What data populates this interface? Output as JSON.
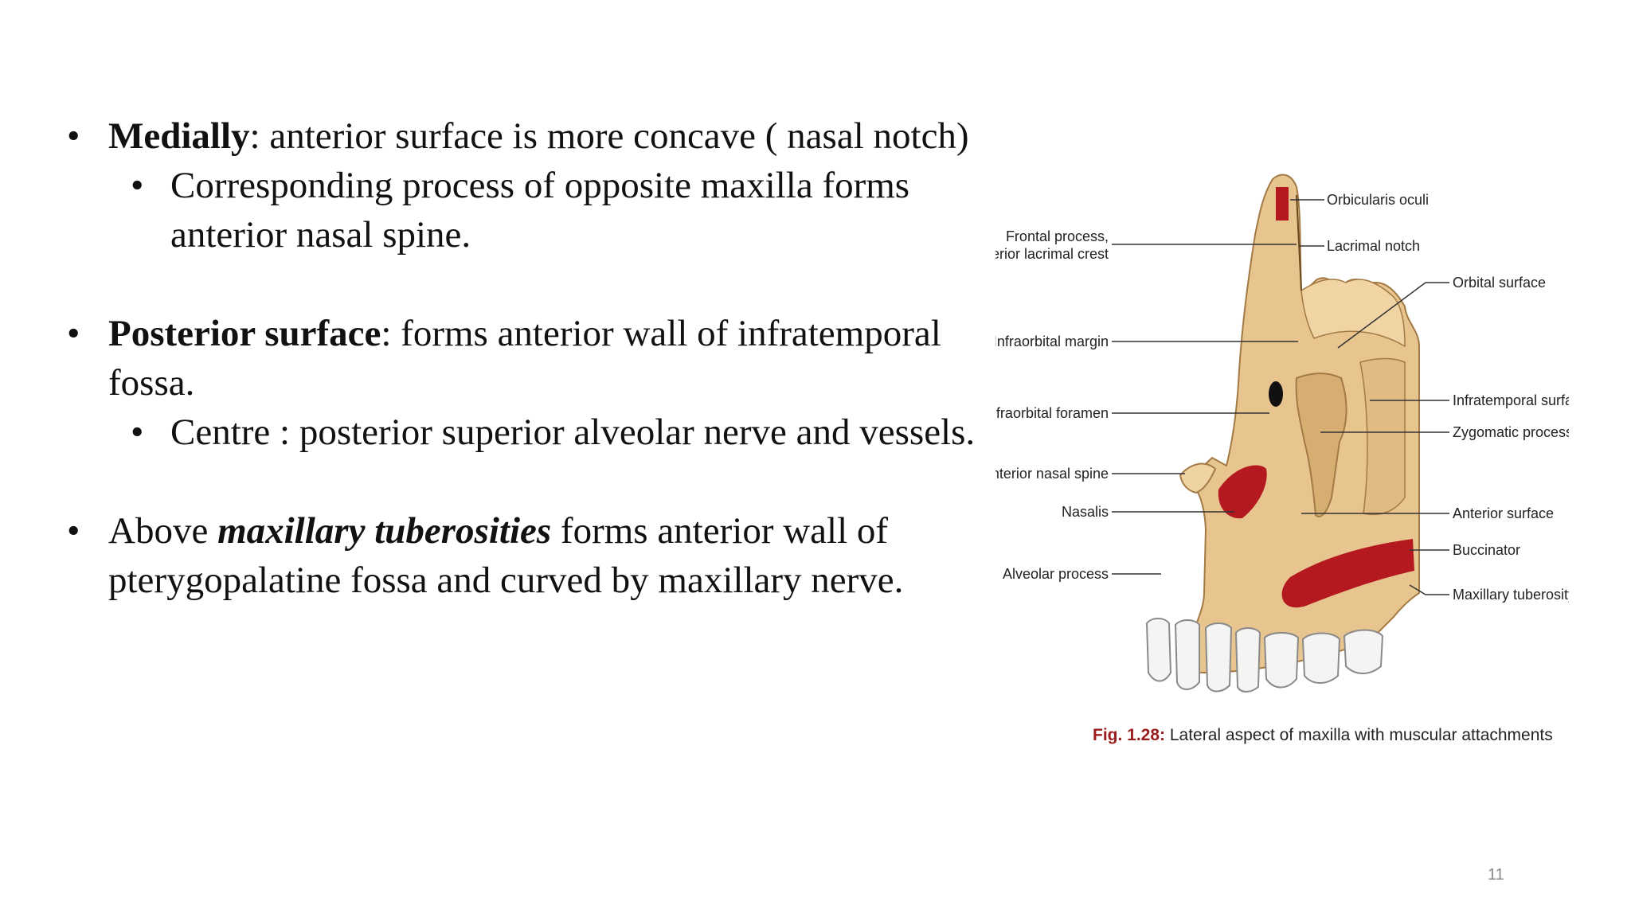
{
  "bullets": [
    {
      "bold": "Medially",
      "text": ": anterior surface is more concave ( nasal notch)",
      "sub": "Corresponding process of opposite maxilla forms anterior nasal spine."
    },
    {
      "bold": "Posterior surface",
      "text": ": forms anterior wall of infratemporal fossa.",
      "sub": "Centre : posterior superior alveolar nerve and vessels."
    },
    {
      "pre": "Above ",
      "bold_italic": "maxillary tuberosities",
      "text": " forms anterior wall of pterygopalatine fossa and curved by maxillary nerve."
    }
  ],
  "figure": {
    "labels_left": {
      "frontal_process_1": "Frontal process,",
      "frontal_process_2": "anterior lacrimal crest",
      "infraorbital_margin": "Infraorbital margin",
      "infraorbital_foramen": "Infraorbital foramen",
      "anterior_nasal_spine": "Anterior nasal spine",
      "nasalis": "Nasalis",
      "alveolar_process": "Alveolar process"
    },
    "labels_right": {
      "orbicularis_oculi": "Orbicularis oculi",
      "lacrimal_notch": "Lacrimal notch",
      "orbital_surface": "Orbital surface",
      "infratemporal_surface": "Infratemporal surface",
      "zygomatic_process": "Zygomatic process",
      "anterior_surface": "Anterior surface",
      "buccinator": "Buccinator",
      "maxillary_tuberosity": "Maxillary tuberosity"
    },
    "caption_number": "Fig. 1.28:",
    "caption_text": " Lateral aspect of maxilla with muscular attachments",
    "colors": {
      "bone": "#e8c48e",
      "bone_shadow": "#c99c5e",
      "muscle": "#b3191f",
      "teeth": "#f4f4f2"
    }
  },
  "page_number": "11"
}
